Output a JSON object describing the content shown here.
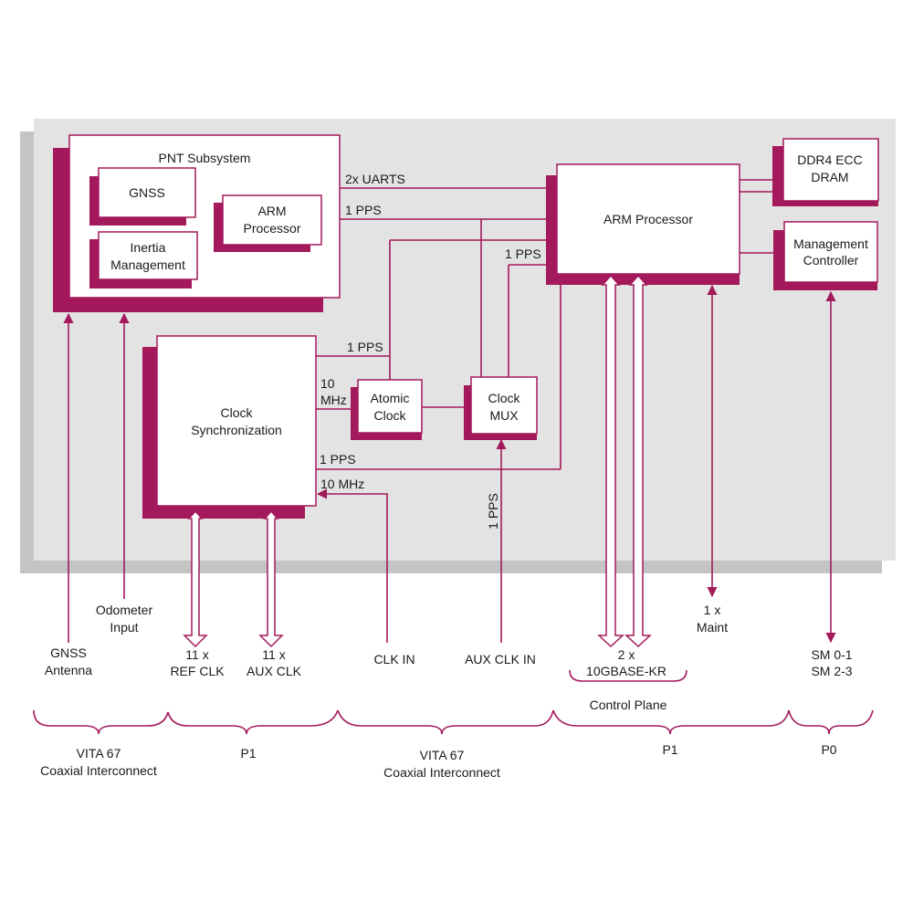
{
  "colors": {
    "accent": "#a3195b",
    "panel": "#e3e3e3",
    "panel_shadow": "#c4c4c4"
  },
  "blocks": {
    "pnt": "PNT Subsystem",
    "gnss": "GNSS",
    "inertia": [
      "Inertia",
      "Management"
    ],
    "arm_small": [
      "ARM",
      "Processor"
    ],
    "arm_main": "ARM Processor",
    "ddr4": [
      "DDR4 ECC",
      "DRAM"
    ],
    "mgmt": [
      "Management",
      "Controller"
    ],
    "clock_sync": [
      "Clock",
      "Synchronization"
    ],
    "atomic": [
      "Atomic",
      "Clock"
    ],
    "mux": [
      "Clock",
      "MUX"
    ]
  },
  "signals": {
    "uarts": "2x UARTS",
    "pps_pnt": "1 PPS",
    "pps_mux": "1 PPS",
    "pps_clock": "1 PPS",
    "mhz10_atomic": [
      "10",
      "MHz"
    ],
    "pps_arm": "1 PPS",
    "mhz10_in": "10 MHz",
    "pps_aux": "1 PPS"
  },
  "io": {
    "gnss_antenna": [
      "GNSS",
      "Antenna"
    ],
    "odometer": [
      "Odometer",
      "Input"
    ],
    "ref_clk": [
      "11 x",
      "REF CLK"
    ],
    "aux_clk": [
      "11 x",
      "AUX CLK"
    ],
    "clk_in": "CLK IN",
    "aux_clk_in": "AUX CLK IN",
    "kr": [
      "2 x",
      "10GBASE-KR"
    ],
    "maint": [
      "1 x",
      "Maint"
    ],
    "sm": [
      "SM 0-1",
      "SM 2-3"
    ]
  },
  "connectors": {
    "control_plane": "Control Plane",
    "vita1": [
      "VITA 67",
      "Coaxial Interconnect"
    ],
    "p1_left": "P1",
    "vita2": [
      "VITA 67",
      "Coaxial Interconnect"
    ],
    "p1_right": "P1",
    "p0": "P0"
  }
}
